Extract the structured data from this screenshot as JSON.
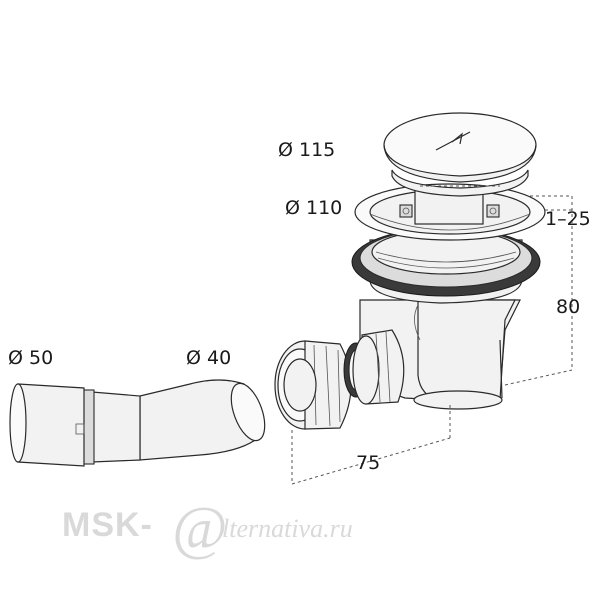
{
  "dimensions": {
    "cap_diameter": "Ø 115",
    "flange_diameter": "Ø 110",
    "height_range": "1–25",
    "height": "80",
    "outlet_offset": "75",
    "pipe_50": "Ø 50",
    "pipe_40": "Ø 40"
  },
  "watermark": {
    "prefix": "MSK-",
    "at": "@",
    "suffix": "lternativa.ru"
  }
}
